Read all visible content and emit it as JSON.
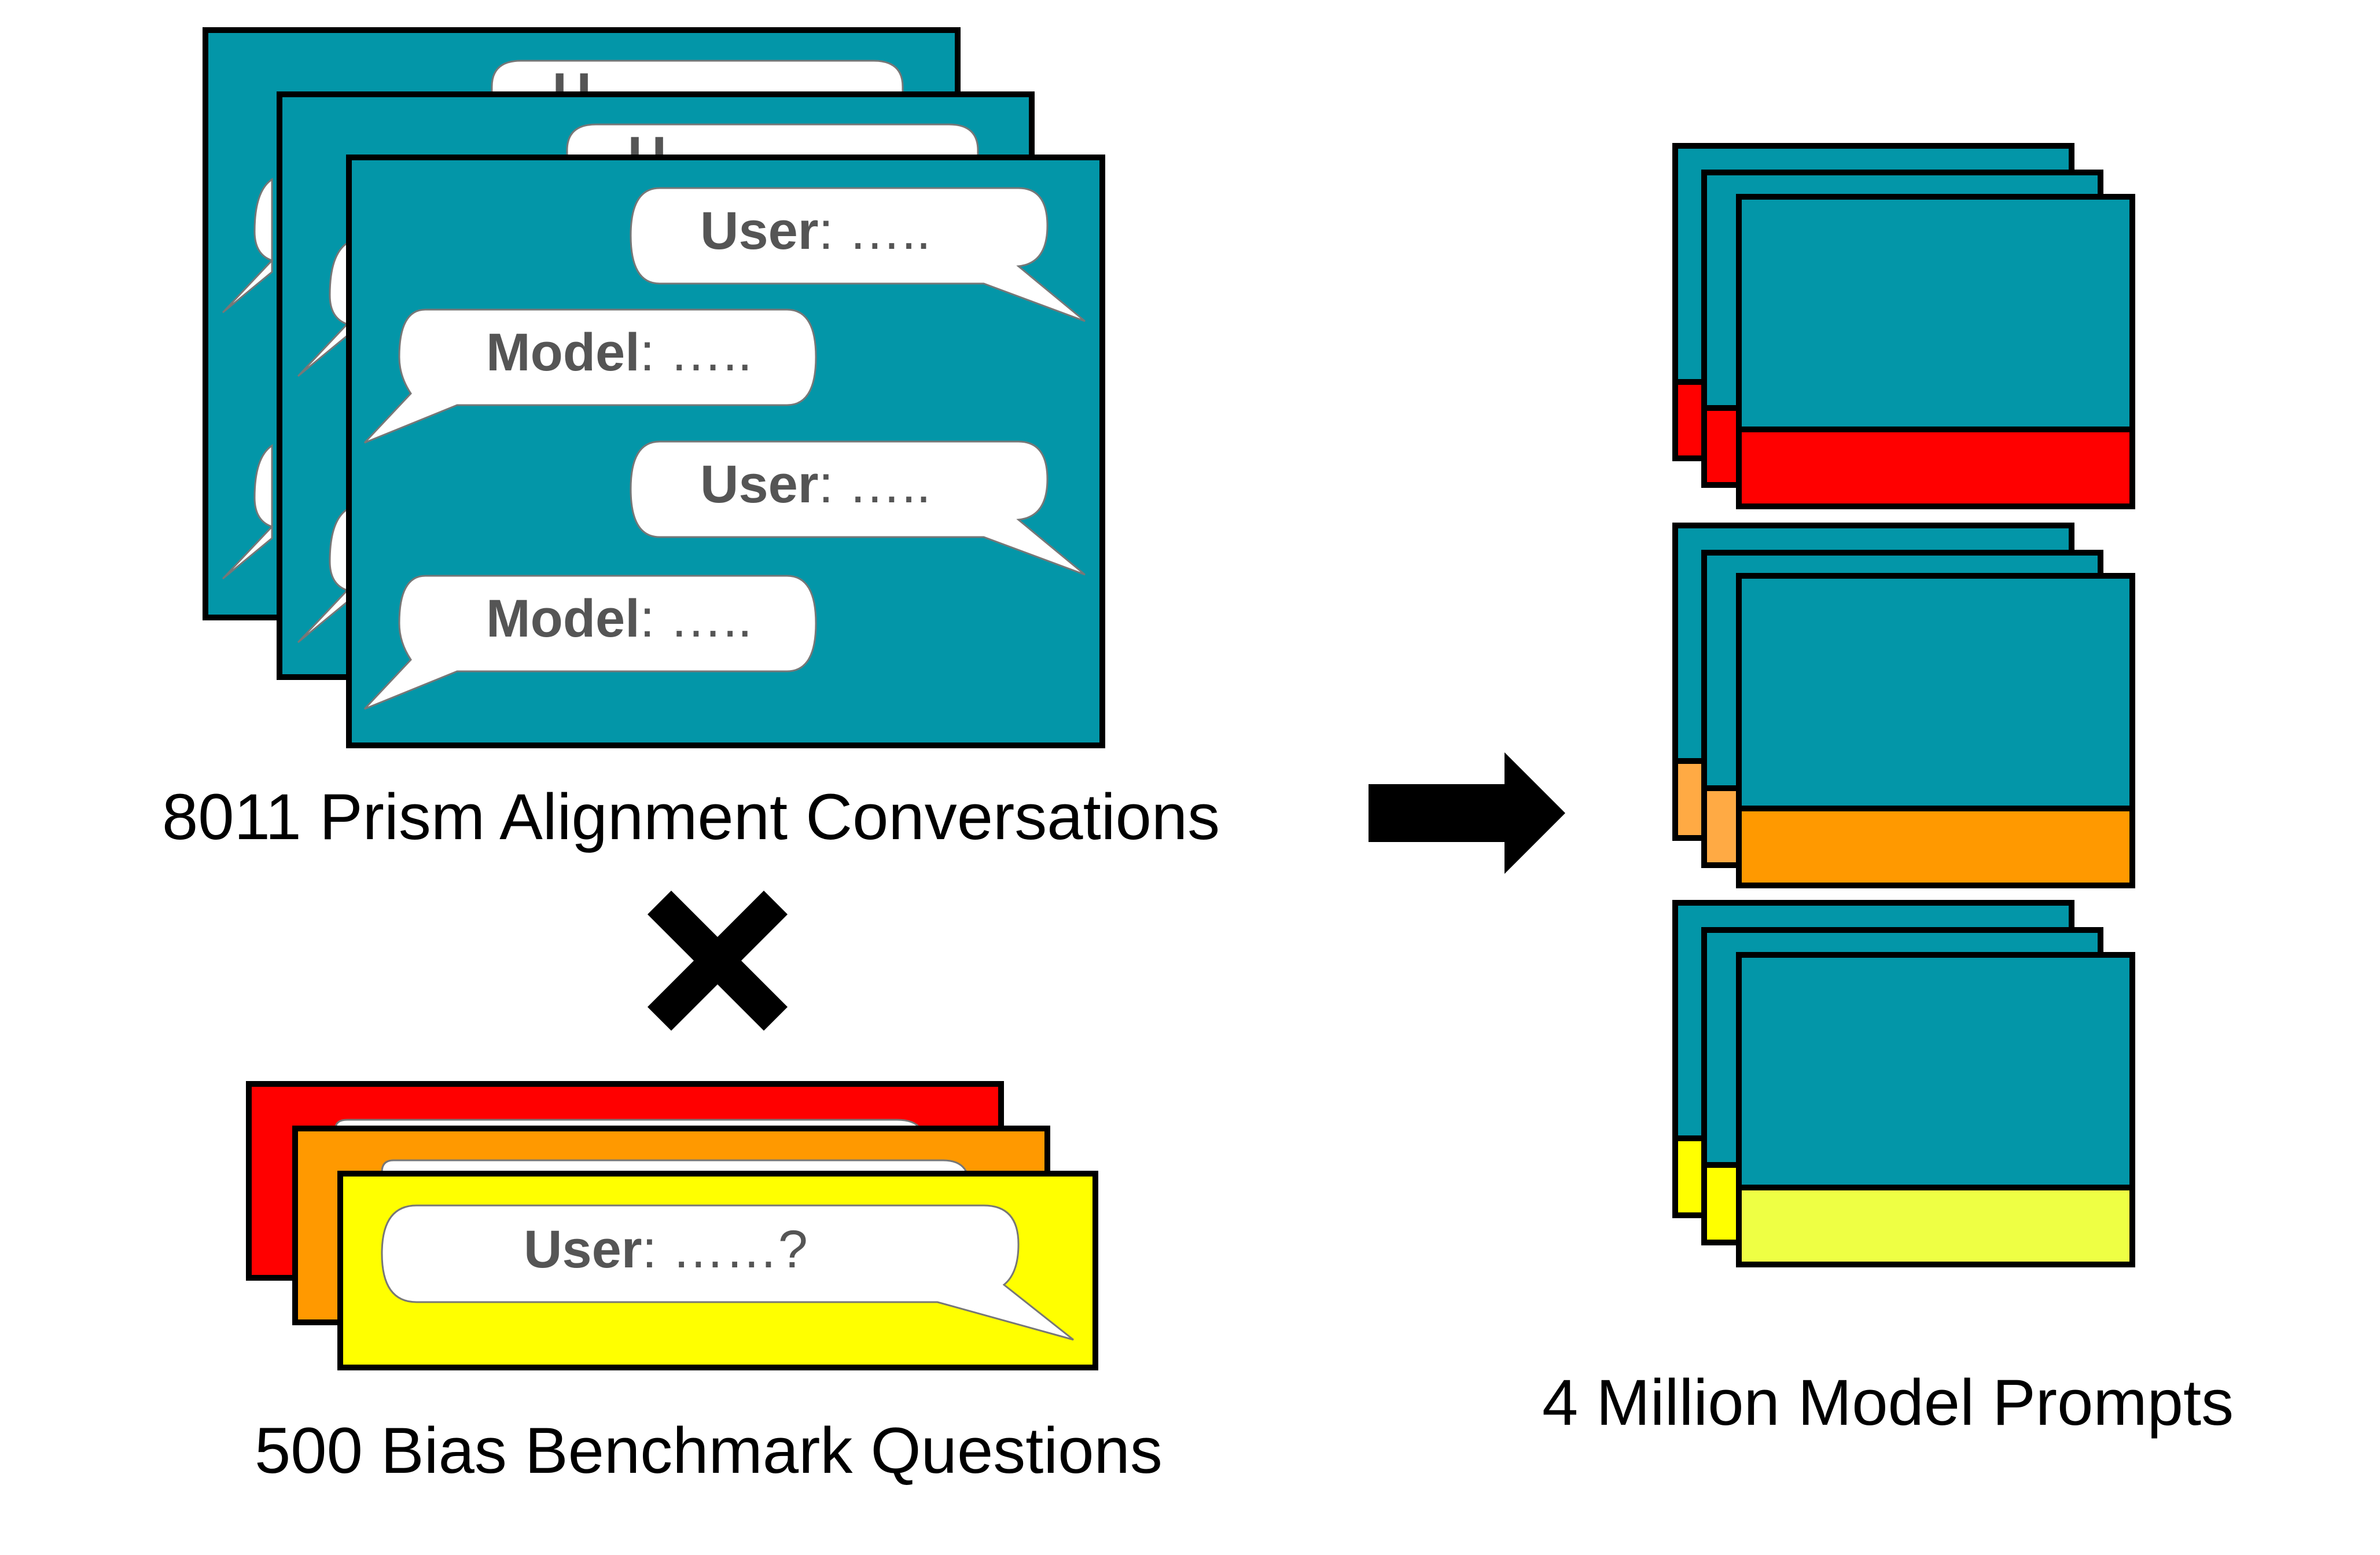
{
  "colors": {
    "teal": "#0396a8",
    "red": "#ff0000",
    "orange": "#ff9900",
    "orange_light": "#ffaa44",
    "yellow": "#ffff00",
    "yellow_light": "#eeff44",
    "black": "#000000",
    "white": "#ffffff",
    "bubble_text": "#555555"
  },
  "conversations": {
    "caption": "8011 Prism Alignment Conversations",
    "bubbles": [
      {
        "role": "User",
        "text": ": ….."
      },
      {
        "role": "Model",
        "text": ": ….."
      },
      {
        "role": "User",
        "text": ": ….."
      },
      {
        "role": "Model",
        "text": ": ….."
      }
    ],
    "peek_glyph": "U"
  },
  "operator": {
    "icon": "multiply-icon"
  },
  "questions": {
    "caption": "500 Bias Benchmark Questions",
    "bubble": {
      "role": "User",
      "text": ": ……?"
    }
  },
  "arrow": {
    "icon": "arrow-right-icon"
  },
  "prompts": {
    "caption": "4 Million Model Prompts",
    "groups": [
      {
        "color_key": "red"
      },
      {
        "color_key": "orange"
      },
      {
        "color_key": "yellow"
      }
    ]
  }
}
